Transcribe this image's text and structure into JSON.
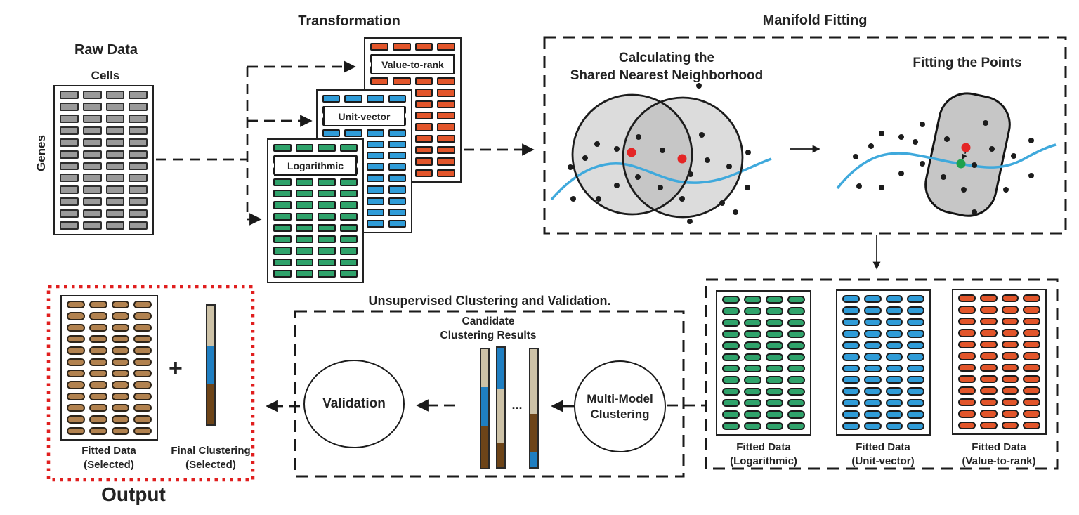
{
  "colors": {
    "gray_cell": "#9a9a9a",
    "green": "#2fa36b",
    "blue": "#2f9cd8",
    "orange": "#e2552a",
    "tan": "#cdc2a7",
    "cluster_blue": "#1f7fc2",
    "brown": "#6d4418",
    "output_pill": "#b2824f",
    "red_accent": "#e01f1f",
    "curve_blue": "#3fa9dc",
    "dot_red": "#e42525",
    "dot_green": "#1fa14d",
    "ink": "#232323"
  },
  "raw_data": {
    "title": "Raw Data",
    "cols_label": "Cells",
    "rows_label": "Genes",
    "matrix": {
      "rows": 12,
      "cols": 4,
      "fill": "gray_cell",
      "stroke": "#2e2e2e",
      "pill": false
    }
  },
  "transformation": {
    "title": "Transformation",
    "layers": [
      {
        "label": "Value-to-rank",
        "matrix": {
          "rows": 12,
          "cols": 4,
          "fill": "orange",
          "stroke": "#1d1d1d",
          "pill": false
        }
      },
      {
        "label": "Unit-vector",
        "matrix": {
          "rows": 12,
          "cols": 4,
          "fill": "blue",
          "stroke": "#1d1d1d",
          "pill": false
        }
      },
      {
        "label": "Logarithmic",
        "matrix": {
          "rows": 12,
          "cols": 4,
          "fill": "green",
          "stroke": "#1d1d1d",
          "pill": false
        }
      }
    ]
  },
  "manifold": {
    "title": "Manifold Fitting",
    "snn_caption_line1": "Calculating the",
    "snn_caption_line2": "Shared Nearest Neighborhood",
    "fit_caption": "Fitting the Points"
  },
  "fitted": {
    "matrices": [
      {
        "caption_line1": "Fitted Data",
        "caption_line2": "(Logarithmic)",
        "matrix": {
          "rows": 12,
          "cols": 4,
          "fill": "green",
          "stroke": "#1d1d1d",
          "pill": true
        }
      },
      {
        "caption_line1": "Fitted Data",
        "caption_line2": "(Unit-vector)",
        "matrix": {
          "rows": 12,
          "cols": 4,
          "fill": "blue",
          "stroke": "#1d1d1d",
          "pill": true
        }
      },
      {
        "caption_line1": "Fitted Data",
        "caption_line2": "(Value-to-rank)",
        "matrix": {
          "rows": 12,
          "cols": 4,
          "fill": "orange",
          "stroke": "#1d1d1d",
          "pill": true
        }
      }
    ]
  },
  "clustering": {
    "title": "Unsupervised Clustering and Validation.",
    "candidate_line1": "Candidate",
    "candidate_line2": "Clustering Results",
    "validation_label": "Validation",
    "ellipsis": "...",
    "multimodel_line1": "Multi-Model",
    "multimodel_line2": "Clustering",
    "bars": [
      {
        "segments": [
          {
            "color": "tan",
            "frac": 0.32
          },
          {
            "color": "cluster_blue",
            "frac": 0.33
          },
          {
            "color": "brown",
            "frac": 0.35
          }
        ]
      },
      {
        "segments": [
          {
            "color": "cluster_blue",
            "frac": 0.34
          },
          {
            "color": "tan",
            "frac": 0.46
          },
          {
            "color": "brown",
            "frac": 0.2
          }
        ]
      },
      {
        "segments": [
          {
            "color": "tan",
            "frac": 0.55
          },
          {
            "color": "brown",
            "frac": 0.32
          },
          {
            "color": "cluster_blue",
            "frac": 0.13
          }
        ]
      }
    ]
  },
  "output": {
    "title": "Output",
    "plus": "+",
    "fitted_caption_line1": "Fitted Data",
    "fitted_caption_line2": "(Selected)",
    "final_caption_line1": "Final Clustering",
    "final_caption_line2": "(Selected)",
    "matrix": {
      "rows": 12,
      "cols": 4,
      "fill": "output_pill",
      "stroke": "#2e251a",
      "pill": true
    },
    "bar": {
      "segments": [
        {
          "color": "tan",
          "frac": 0.335
        },
        {
          "color": "cluster_blue",
          "frac": 0.325
        },
        {
          "color": "brown",
          "frac": 0.34
        }
      ]
    }
  }
}
